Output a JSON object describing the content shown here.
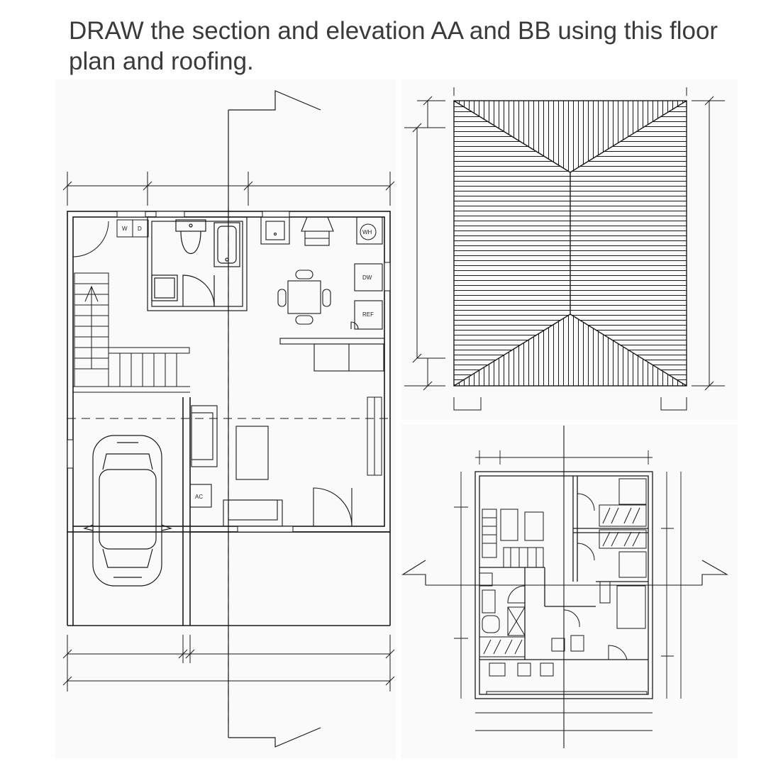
{
  "instruction": "DRAW the section and elevation AA and BB using this floor plan and roofing.",
  "labels": {
    "washer": "W",
    "dryer": "D",
    "water_heater": "WH",
    "dishwasher": "DW",
    "refrigerator": "REF",
    "air_conditioner": "AC"
  },
  "colors": {
    "line": "#1a1a1a",
    "text": "#3a3a3a",
    "panel": "#fafafa"
  }
}
